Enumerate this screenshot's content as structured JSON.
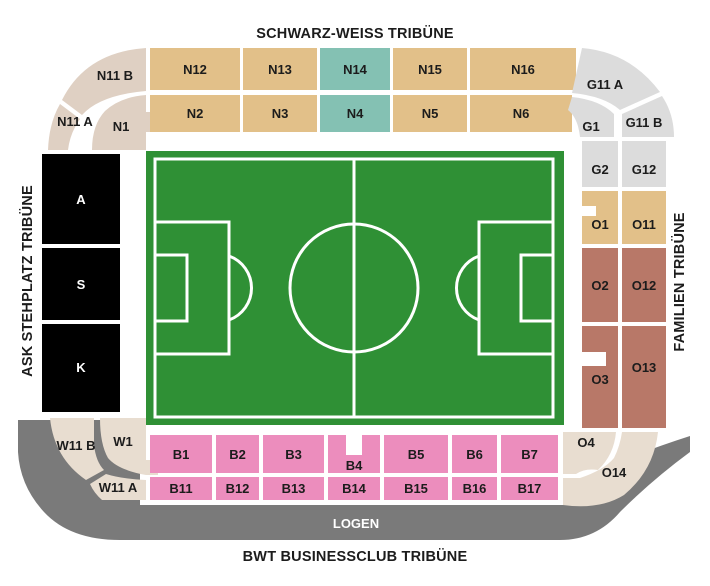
{
  "titles": {
    "north": "SCHWARZ-WEISS TRIBÜNE",
    "south": "BWT BUSINESSCLUB TRIBÜNE",
    "west": "ASK STEHPLATZ TRIBÜNE",
    "east": "FAMILIEN TRIBÜNE",
    "logen": "LOGEN"
  },
  "colors": {
    "north": "#e2c089",
    "north_highlight": "#84c1b3",
    "corner_nw": "#dfd0c3",
    "corner_ne": "#dcdcdc",
    "east_upper": "#e2c089",
    "east_lower": "#b87868",
    "west": "#000000",
    "south": "#ec8dbd",
    "corner_sw": "#e8ddd0",
    "corner_se": "#e8ddd0",
    "logen": "#7a7a7a",
    "pitch": "#2f9035",
    "apron": "#ffffff"
  },
  "sections": {
    "north_upper": [
      "N12",
      "N13",
      "N14",
      "N15",
      "N16"
    ],
    "north_lower": [
      "N2",
      "N3",
      "N4",
      "N5",
      "N6"
    ],
    "nw_corner": [
      "N11 B",
      "N11 A",
      "N1"
    ],
    "ne_corner": [
      "G11 A",
      "G1",
      "G11 B",
      "G2",
      "G12"
    ],
    "east": [
      "O1",
      "O11",
      "O2",
      "O12",
      "O3",
      "O13"
    ],
    "west": [
      "A",
      "S",
      "K"
    ],
    "south_upper": [
      "B1",
      "B2",
      "B3",
      "B4",
      "B5",
      "B6",
      "B7"
    ],
    "south_lower": [
      "B11",
      "B12",
      "B13",
      "B14",
      "B15",
      "B16",
      "B17"
    ],
    "sw_corner": [
      "W11 B",
      "W1",
      "W11 A"
    ],
    "se_corner": [
      "O4",
      "O14"
    ]
  }
}
